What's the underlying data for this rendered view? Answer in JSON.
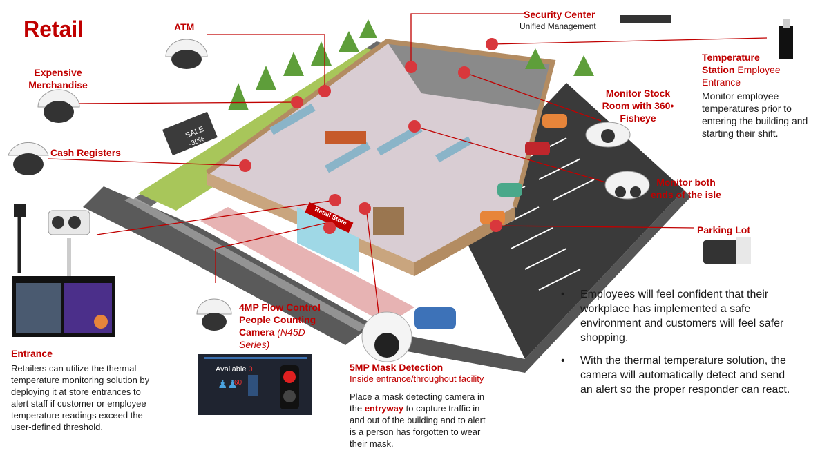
{
  "title": "Retail",
  "labels": {
    "atm": "ATM",
    "expensive": [
      "Expensive",
      "Merchandise"
    ],
    "cash": "Cash Registers",
    "security_title": "Security Center",
    "security_sub": "Unified Management",
    "temp_title1": "Temperature",
    "temp_title2": "Station",
    "temp_suffix": "Employee",
    "temp_suffix2": "Entrance",
    "temp_desc": [
      "Monitor employee",
      "temperatures prior to",
      "entering the building and",
      "starting their shift."
    ],
    "stock": [
      "Monitor Stock",
      "Room with 360•",
      "Fisheye"
    ],
    "both": [
      "Monitor both",
      "ends of the isle"
    ],
    "parking": "Parking Lot",
    "entrance_title": "Entrance",
    "entrance_desc": [
      "Retailers can utilize the thermal",
      "temperature monitoring solution by",
      "deploying it at store entrances to",
      "alert staff if customer or employee",
      "temperature readings exceed the",
      "user-defined threshold."
    ],
    "flow_title": [
      "4MP Flow Control",
      "People Counting",
      "Camera"
    ],
    "flow_series": "(N45D",
    "flow_series2": "Series)",
    "mask_title": "5MP Mask Detection",
    "mask_sub": "Inside entrance/throughout  facility",
    "mask_desc_pre": "Place a mask detecting camera in",
    "mask_desc_the": "the ",
    "mask_desc_bold": "entryway",
    "mask_desc_post": " to capture traffic in",
    "mask_desc_rest": [
      "and out of the building and to alert",
      "is a person has forgotten to wear",
      "their mask."
    ],
    "store_sign": "Retail Store",
    "billboard": [
      "SALE",
      "-30%"
    ]
  },
  "panel": {
    "available_label": "Available",
    "available_value": "0",
    "count_value": "60"
  },
  "bullets": [
    [
      "Employees will feel confident that their",
      "workplace has implemented a safe",
      "environment and customers will feel safer",
      "shopping."
    ],
    [
      "With the thermal temperature solution, the",
      "camera will automatically detect and send",
      "an alert so the proper responder can react."
    ]
  ],
  "colors": {
    "accent": "#c00000",
    "hotspot": "#d9373c"
  }
}
